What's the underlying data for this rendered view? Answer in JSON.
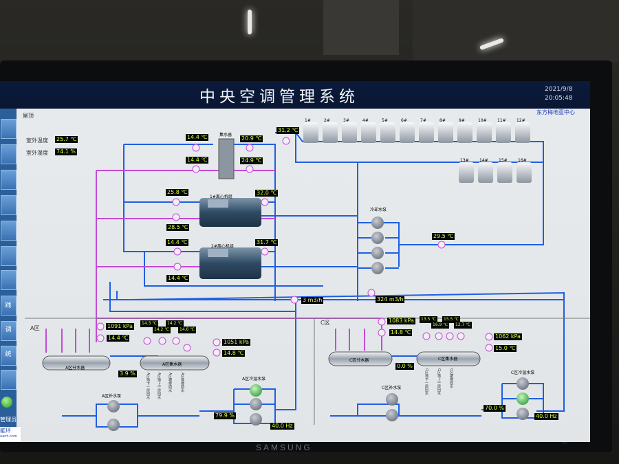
{
  "app": {
    "title": "中央空调管理系统",
    "date": "2021/9/8",
    "time": "20:05:48",
    "company": "东方梅地亚中心"
  },
  "sidebar": {
    "labels": [
      "践",
      "调",
      "统"
    ],
    "bottom_label": "管理员",
    "brand": "能环",
    "brand_url": "uanh.com"
  },
  "roof": {
    "label": "屋顶",
    "outdoor_temp_label": "室外温度",
    "outdoor_temp": "25.7 ℃",
    "outdoor_humidity_label": "室外湿度",
    "outdoor_humidity": "74.1 %",
    "manifold_label": "集水器",
    "manifold_left_top": "14.4 ℃",
    "manifold_left_bottom": "14.4 ℃",
    "manifold_right_top": "20.9 ℃",
    "manifold_right_bottom": "24.9 ℃",
    "tower_inlet_temp": "31.2 ℃",
    "tower_return_temp": "29.5 ℃",
    "cooling_pumps_label": "冷却水泵",
    "towers_row1": [
      "1#",
      "2#",
      "3#",
      "4#",
      "5#",
      "6#",
      "7#",
      "8#",
      "9#",
      "10#",
      "11#",
      "12#"
    ],
    "towers_row2": [
      "13#",
      "14#",
      "15#",
      "16#"
    ],
    "chiller1": {
      "name": "1#离心机组",
      "in_top": "25.8 ℃",
      "out_right": "32.0 ℃",
      "out_bottom": "28.5 ℃"
    },
    "chiller2": {
      "name": "2#离心机组",
      "in_top": "14.4 ℃",
      "out_right": "31.7 ℃",
      "out_bottom": "14.4 ℃"
    },
    "flow1": "3 m3/h",
    "flow2": "324 m3/h"
  },
  "zone_a": {
    "label": "A区",
    "pressure": "1091 kPa",
    "temp": "14.4 ℃",
    "branch_temps": [
      "14.3 ℃",
      "14.2 ℃",
      "14.2 ℃",
      "14.6 ℃"
    ],
    "return_pressure": "1051 kPa",
    "return_temp": "14.8 ℃",
    "distributor": "A区分水器",
    "collector": "A区集水器",
    "valve": "3.9 %",
    "makeup_pump": "A区补水泵",
    "cold_pump": "A区冷温水泵",
    "cold_pump_pct": "79.9 %",
    "cold_pump_hz": "40.0 Hz",
    "branches": [
      "A区地下一层回水",
      "A区地上一层回水",
      "A区裙楼回水",
      "A区塔楼回水"
    ]
  },
  "zone_c": {
    "label": "C区",
    "pressure": "1083 kPa",
    "temp": "14.8 ℃",
    "branch_temps": [
      "13.5 ℃",
      "16.9 ℃",
      "15.5 ℃",
      "12.7 ℃"
    ],
    "return_pressure": "1062 kPa",
    "return_temp": "15.0 ℃",
    "distributor": "C区分水器",
    "collector": "C区集水器",
    "valve": "0.0 %",
    "makeup_pump": "C区补水泵",
    "cold_pump": "C区冷温水泵",
    "cold_pump_pct": "70.0 %",
    "cold_pump_hz": "40.0 Hz",
    "branches": [
      "C区地下一层回水",
      "C区地上一层回水",
      "C区裙楼回水"
    ]
  },
  "monitor_brand": "SAMSUNG",
  "colors": {
    "chilled": "#c34ad7",
    "cooling": "#1f5ee3",
    "screen": "#e3e7e9",
    "titlebar": "#0a1733"
  }
}
